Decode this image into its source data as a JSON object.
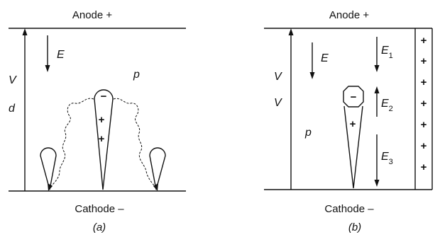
{
  "panel_a": {
    "anode_label": "Anode  +",
    "cathode_label": "Cathode –",
    "caption": "(a)",
    "voltage_label": "V",
    "gap_label": "d",
    "field_label": "E",
    "pressure_label": "p",
    "streamer_head_charge": "−",
    "streamer_body_charges": [
      "+",
      "+"
    ]
  },
  "panel_b": {
    "anode_label": "Anode  +",
    "cathode_label": "Cathode –",
    "caption": "(b)",
    "voltage_labels": [
      "V",
      "V"
    ],
    "field_label": "E",
    "pressure_label": "p",
    "field_labels": [
      "E",
      "E",
      "E"
    ],
    "field_subscripts": [
      "1",
      "2",
      "3"
    ],
    "streamer_head_charge": "−",
    "streamer_body_charge": "+",
    "space_charge": [
      "+",
      "+",
      "+",
      "+",
      "+",
      "+",
      "+"
    ]
  }
}
